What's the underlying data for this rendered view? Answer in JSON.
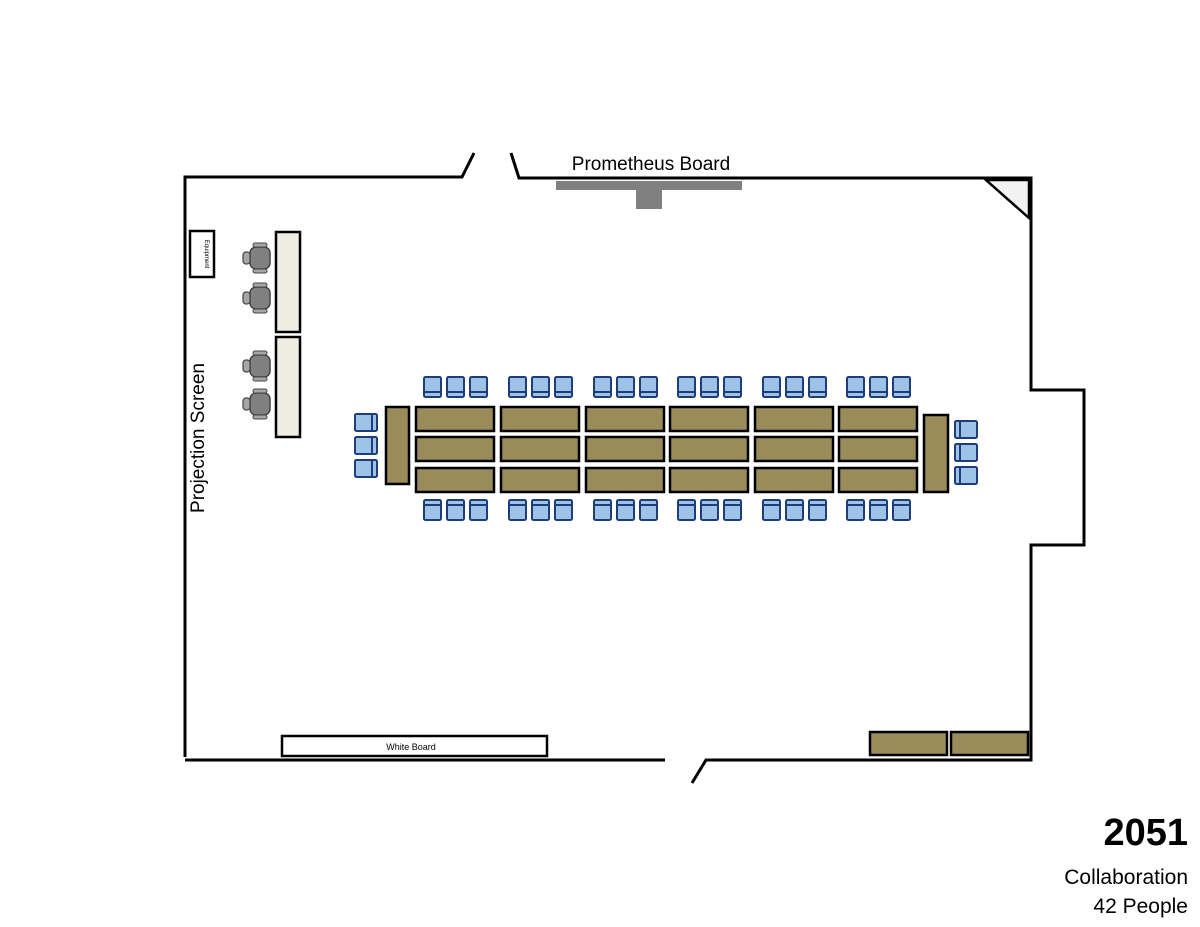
{
  "room": {
    "number": "2051",
    "type": "Collaboration",
    "capacity": "42 People"
  },
  "labels": {
    "prometheus_board": "Prometheus Board",
    "projection_screen": "Projection Screen",
    "equipment": "Equipment",
    "white_board": "White Board"
  },
  "colors": {
    "wall": "#000000",
    "table_fill": "#9a8b5a",
    "chair_fill": "#9dc3e6",
    "chair_stroke": "#1f3d7a",
    "instructor_table_fill": "#efece2",
    "office_chair_fill": "#808080",
    "prometheus_fill": "#808080"
  },
  "layout_counts": {
    "table_columns": 6,
    "table_rows": 3,
    "chairs_per_group": 3,
    "head_chairs_per_end": 3,
    "instructor_tables": 2,
    "office_chairs": 4,
    "corner_tables": 2
  }
}
